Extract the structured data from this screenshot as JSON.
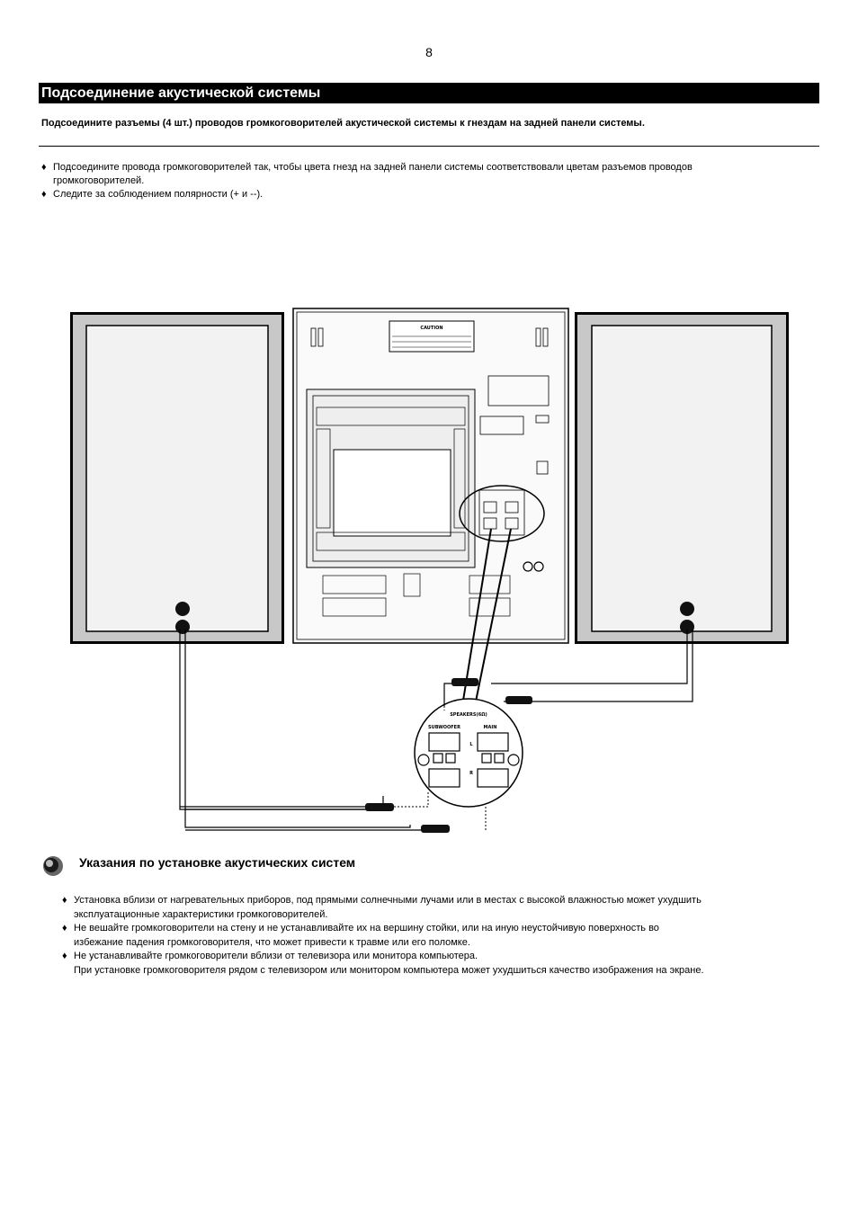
{
  "page": {
    "number": "8"
  },
  "section": {
    "title": "Подсоединение акустической системы",
    "intro": "Подсоедините разъемы (4 шт.) проводов громкоговорителей акустической системы к гнездам на задней панели системы."
  },
  "bullets": [
    {
      "marker": "♦",
      "line1": "Подсоедините провода громкоговорителей так, чтобы цвета гнезд на задней панели системы соответствовали цветам разъемов проводов",
      "line2": "громкоговорителей."
    },
    {
      "marker": "♦",
      "line1": "Следите за соблюдением полярности (+ и --).",
      "line2": ""
    }
  ],
  "diagram": {
    "speakers_label": "SPEAKERS(6Ω)",
    "subwoofer_label": "SUBWOOFER",
    "main_label": "MAIN",
    "left_label": "L",
    "right_label": "R",
    "caution_label": "CAUTION"
  },
  "installation": {
    "title": "Указания по установке акустических систем",
    "items": [
      {
        "marker": "♦",
        "line1": "Установка вблизи от нагревательных приборов, под прямыми солнечными лучами или в местах с высокой влажностью может ухудшить",
        "line2": "эксплуатационные характеристики громкоговорителей."
      },
      {
        "marker": "♦",
        "line1": "Не вешайте громкоговорители на стену и не устанавливайте их на вершину стойки, или на иную неустойчивую поверхность во",
        "line2": "избежание падения громкоговорителя, что может привести к травме или его поломке."
      },
      {
        "marker": "♦",
        "line1": "Не устанавливайте громкоговорители вблизи от телевизора или монитора компьютера.",
        "line2": "При установке громкоговорителя рядом с телевизором или монитором компьютера может ухудшиться качество изображения на экране."
      }
    ]
  }
}
